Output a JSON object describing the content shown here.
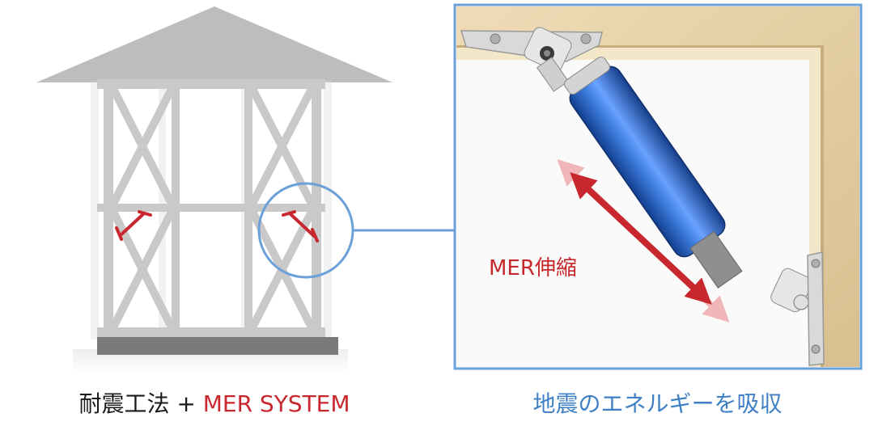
{
  "captions": {
    "left_prefix": "耐震工法 + ",
    "left_accent": "MER SYSTEM",
    "right": "地震のエネルギーを吸収"
  },
  "diagram": {
    "damper_label": "MER伸縮"
  },
  "colors": {
    "frame_gray": "#c9c9c9",
    "roof_gray": "#bdbdbd",
    "foundation": "#7a7a7a",
    "damper_red": "#c8282d",
    "callout_blue": "#6ba0d8",
    "damper_blue": "#1f56b8",
    "wood": "#e7d3ae"
  }
}
